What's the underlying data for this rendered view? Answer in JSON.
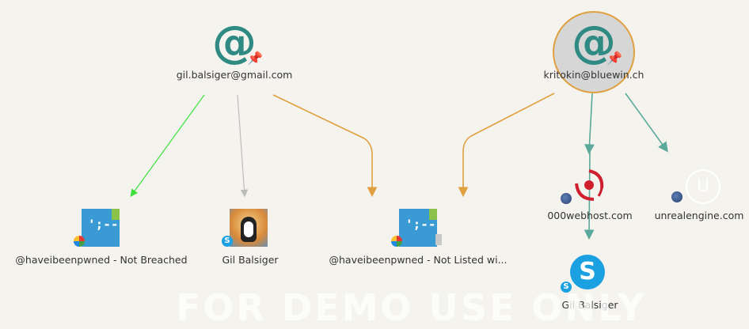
{
  "nodes": {
    "email_gmail": {
      "label": "gil.balsiger@gmail.com",
      "icon": "at-sign-icon"
    },
    "email_bluewin": {
      "label": "kritokin@bluewin.ch",
      "icon": "at-sign-icon"
    },
    "hibp_not_breached": {
      "label": "@haveibeenpwned - Not Breached",
      "icon_text": "';--"
    },
    "skype_avatar": {
      "label": "Gil Balsiger"
    },
    "hibp_not_listed": {
      "label": "@haveibeenpwned - Not Listed wi...",
      "icon_text": "';--"
    },
    "webhost": {
      "label": "000webhost.com"
    },
    "unrealengine": {
      "label": "unrealengine.com"
    },
    "skype_bluewin": {
      "label": "Gil Balsiger",
      "icon_text": "S"
    }
  },
  "watermark": "FOR DEMO USE ONLY",
  "colors": {
    "green_edge": "#3ee03e",
    "gray_edge": "#bbbbbb",
    "orange_edge": "#e0a040",
    "teal_edge": "#5aa99a",
    "at_teal": "#2f8a83"
  }
}
